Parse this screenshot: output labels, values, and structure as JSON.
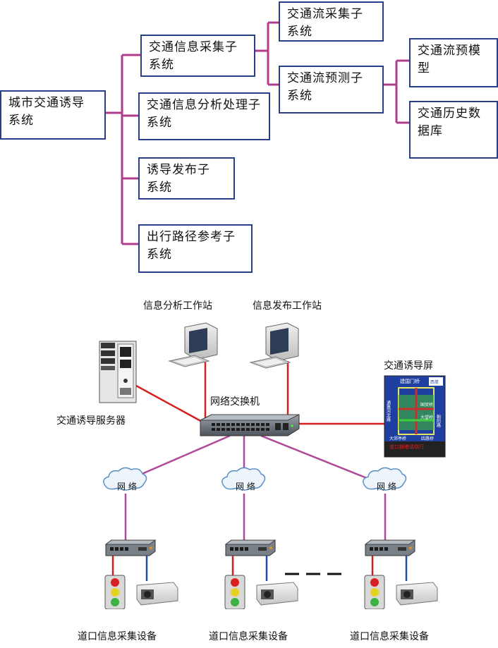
{
  "tree": {
    "root": "城市交通诱导系统",
    "level1": [
      "交通信息采集子系统",
      "交通信息分析处理子系统",
      "诱导发布子系统",
      "出行路径参考子系统"
    ],
    "level2": [
      "交通流采集子系统",
      "交通流预测子系统"
    ],
    "level3": [
      "交通流预模型",
      "交通历史数据库"
    ]
  },
  "network": {
    "analysis_ws": "信息分析工作站",
    "publish_ws": "信息发布工作站",
    "server": "交通诱导服务器",
    "switch": "网络交换机",
    "guide_screen": "交通诱导屏",
    "cloud_label": "网 络",
    "device_label": "道口信息采集设备",
    "screen_sign": {
      "top": "建国门桥",
      "corner": "西单",
      "left": "通惠河北路",
      "mid1": "国贸桥",
      "mid2": "大望桥",
      "right": "朝阳路",
      "bottom_left": "大郊亭桥",
      "bottom_right": "四惠桥",
      "led": "道口拥堵请绕行"
    }
  },
  "colors": {
    "tree_line": "#b03c8c",
    "box_border": "#2a3f8a",
    "red_link": "#d42020",
    "purple_link": "#b04a9a"
  }
}
